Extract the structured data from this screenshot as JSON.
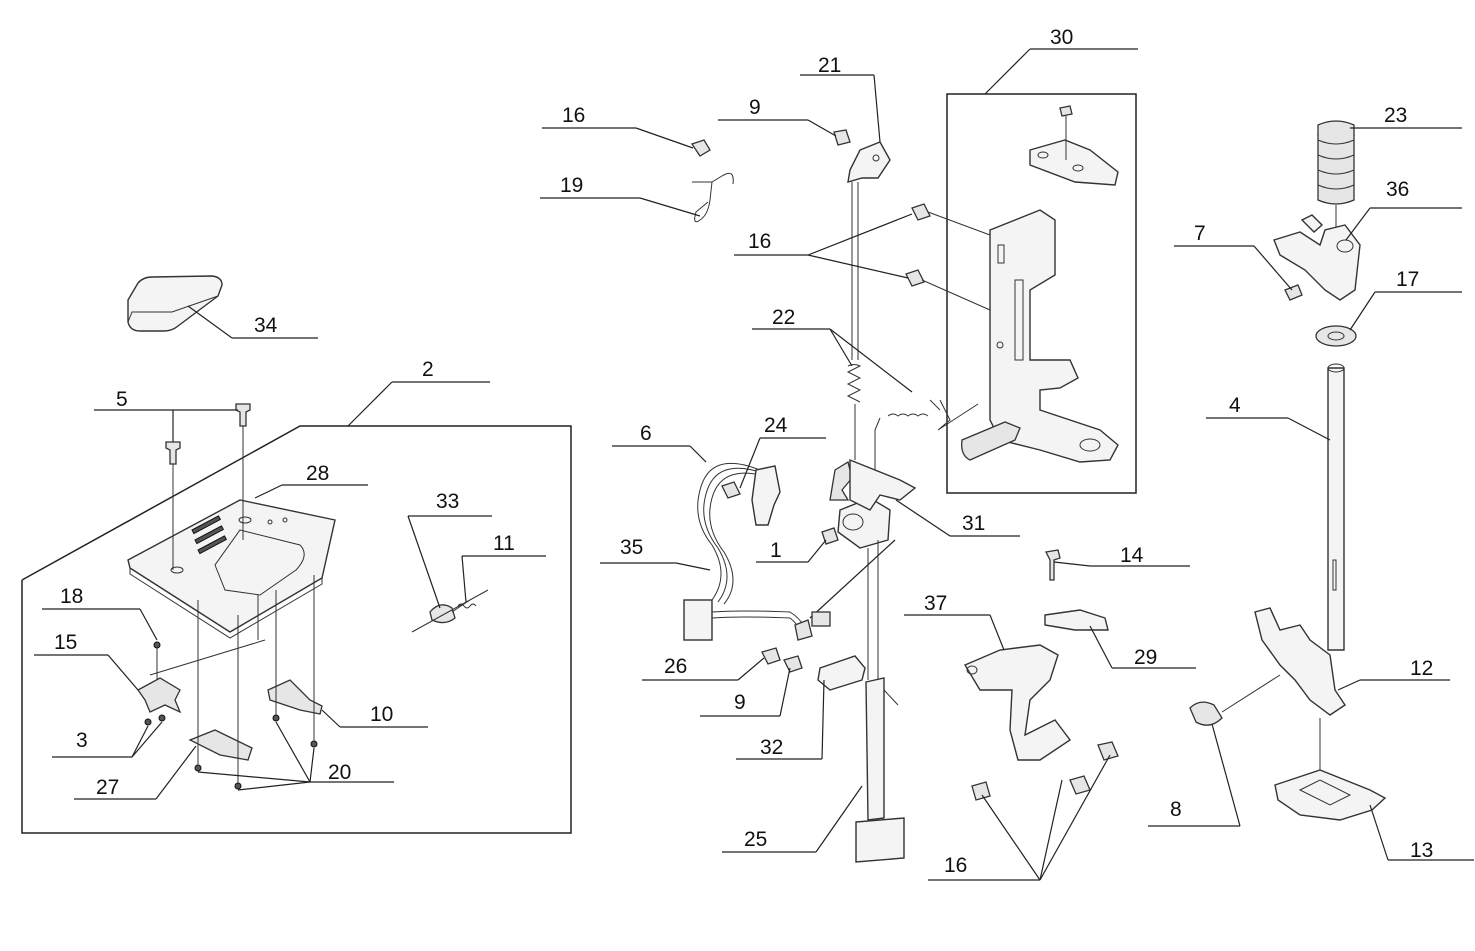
{
  "callouts": {
    "n1": "1",
    "n2": "2",
    "n3": "3",
    "n4": "4",
    "n5": "5",
    "n6": "6",
    "n7": "7",
    "n8": "8",
    "n9a": "9",
    "n9b": "9",
    "n10": "10",
    "n11": "11",
    "n12": "12",
    "n13": "13",
    "n14": "14",
    "n15": "15",
    "n16a": "16",
    "n16b": "16",
    "n16c": "16",
    "n17": "17",
    "n18": "18",
    "n19": "19",
    "n20": "20",
    "n21": "21",
    "n22": "22",
    "n23": "23",
    "n24": "24",
    "n25": "25",
    "n26": "26",
    "n27": "27",
    "n28": "28",
    "n29": "29",
    "n30": "30",
    "n31": "31",
    "n32": "32",
    "n33": "33",
    "n34": "34",
    "n35": "35",
    "n36": "36",
    "n37": "37"
  }
}
